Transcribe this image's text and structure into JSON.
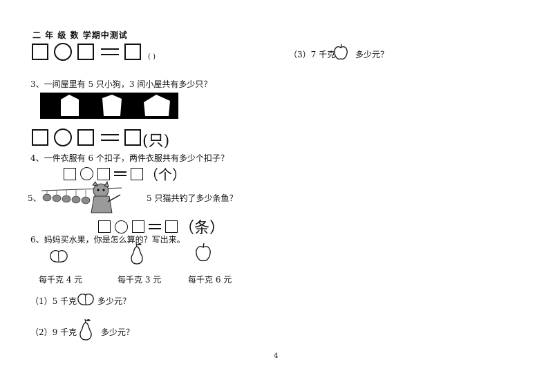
{
  "header": {
    "title": "二 年 级 数 学期中测试"
  },
  "q2": {
    "blank": "(      )"
  },
  "q3_right": {
    "label": "（3）7 千克",
    "suffix": "多少元？"
  },
  "q3": {
    "text": "3、一间屋里有 5 只小狗，3 间小屋共有多少只？",
    "unit": "(只)"
  },
  "q4": {
    "text": "4、一件衣服有 6 个扣子，两件衣服共有多少个扣子？",
    "unit": "（个）"
  },
  "q5": {
    "num": "5、",
    "text": "5 只猫共钓了多少条鱼？",
    "unit": "（条）"
  },
  "q6": {
    "text": "6、妈妈买水果，你是怎么算的？写出来。",
    "prices": [
      "每千克 4 元",
      "每千克 3 元",
      "每千克 6 元"
    ],
    "sub1": {
      "label": "（1）5 千克",
      "suffix": "多少元？"
    },
    "sub2": {
      "label": "（2）9 千克",
      "suffix": "多少元？"
    }
  },
  "footer": {
    "page_number": "4"
  },
  "icons": [
    "peach-icon",
    "pear-icon",
    "apple-icon",
    "house-icon",
    "cat-fishing-image"
  ]
}
